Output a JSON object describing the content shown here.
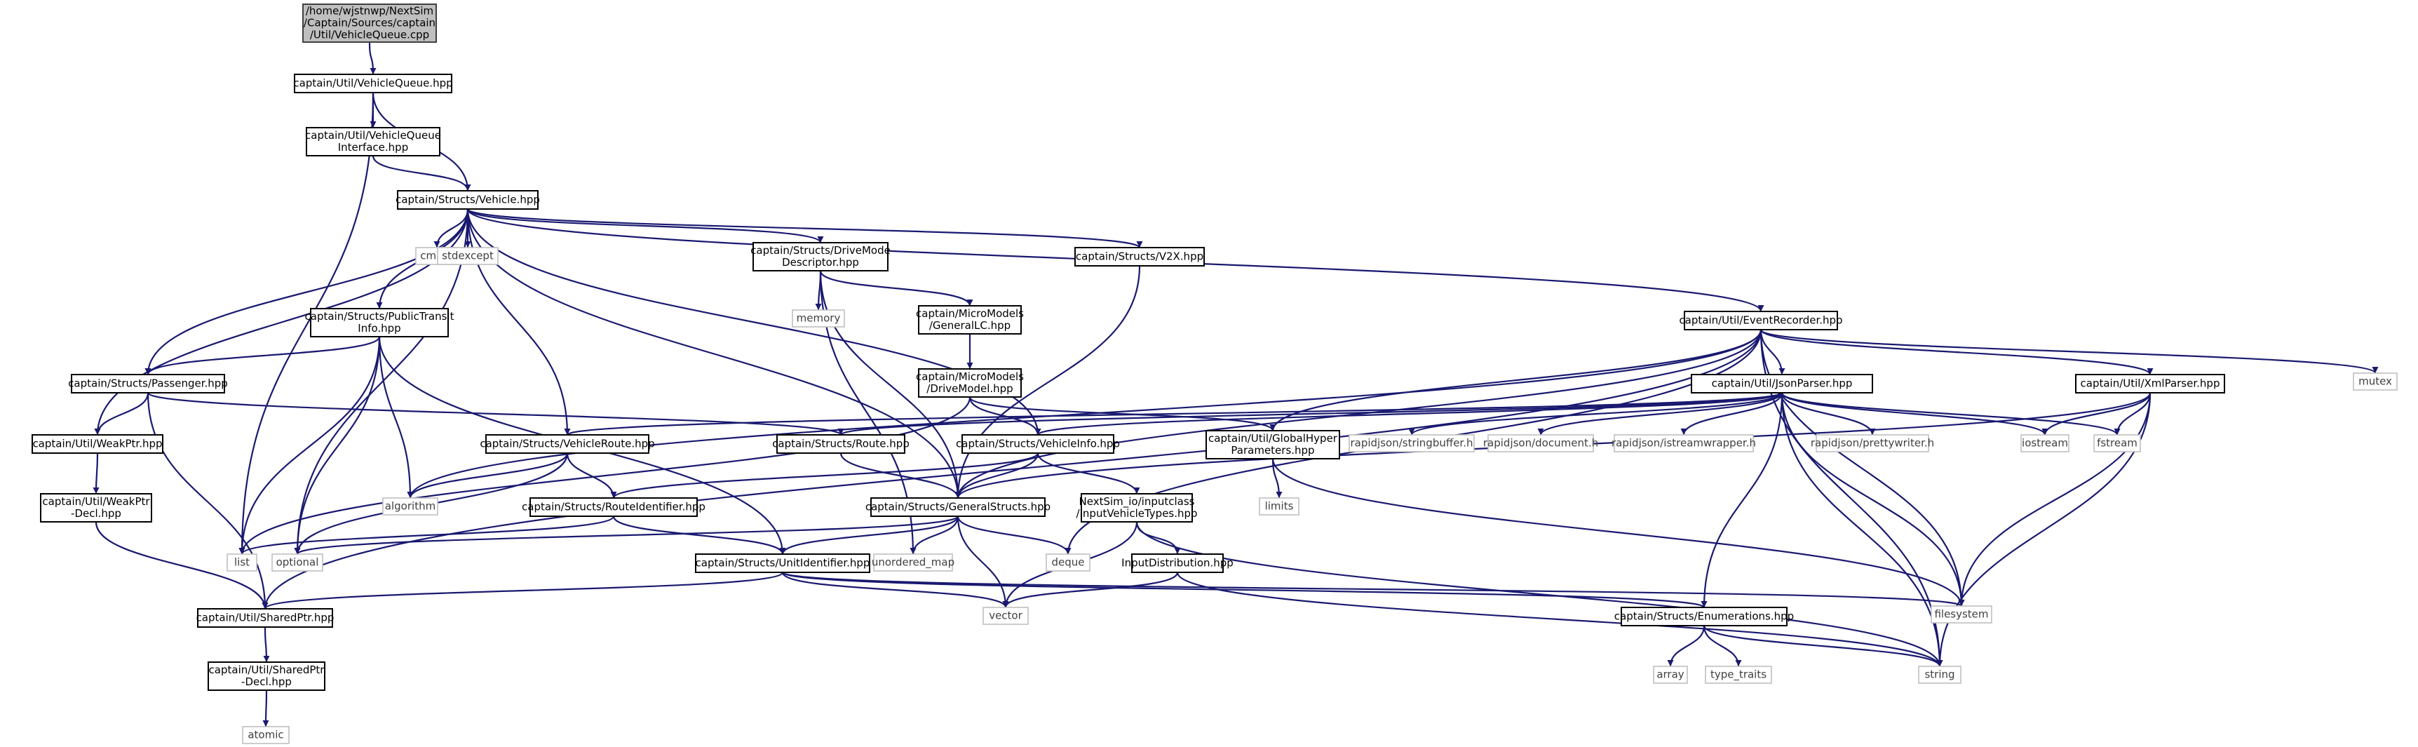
{
  "diagram": {
    "nodes": [
      {
        "id": "root",
        "lines": [
          "/home/wjstnwp/NextSim",
          "/Captain/Sources/captain",
          "/Util/VehicleQueue.cpp"
        ],
        "style": "root"
      },
      {
        "id": "vq",
        "lines": [
          "captain/Util/VehicleQueue.hpp"
        ]
      },
      {
        "id": "vqi",
        "lines": [
          "captain/Util/VehicleQueue",
          "Interface.hpp"
        ]
      },
      {
        "id": "veh",
        "lines": [
          "captain/Structs/Vehicle.hpp"
        ]
      },
      {
        "id": "cmath",
        "lines": [
          "cmath"
        ],
        "style": "sys"
      },
      {
        "id": "stdexcept",
        "lines": [
          "stdexcept"
        ],
        "style": "sys"
      },
      {
        "id": "dmd",
        "lines": [
          "captain/Structs/DriveMode",
          "Descriptor.hpp"
        ]
      },
      {
        "id": "v2x",
        "lines": [
          "captain/Structs/V2X.hpp"
        ]
      },
      {
        "id": "memory",
        "lines": [
          "memory"
        ],
        "style": "sys"
      },
      {
        "id": "glc",
        "lines": [
          "captain/MicroModels",
          "/GeneralLC.hpp"
        ]
      },
      {
        "id": "pti",
        "lines": [
          "captain/Structs/PublicTransit",
          "Info.hpp"
        ]
      },
      {
        "id": "er",
        "lines": [
          "captain/Util/EventRecorder.hpp"
        ]
      },
      {
        "id": "mutex",
        "lines": [
          "mutex"
        ],
        "style": "sys"
      },
      {
        "id": "pass",
        "lines": [
          "captain/Structs/Passenger.hpp"
        ]
      },
      {
        "id": "dm",
        "lines": [
          "captain/MicroModels",
          "/DriveModel.hpp"
        ]
      },
      {
        "id": "jp",
        "lines": [
          "captain/Util/JsonParser.hpp"
        ]
      },
      {
        "id": "xp",
        "lines": [
          "captain/Util/XmlParser.hpp"
        ]
      },
      {
        "id": "wp",
        "lines": [
          "captain/Util/WeakPtr.hpp"
        ]
      },
      {
        "id": "vr",
        "lines": [
          "captain/Structs/VehicleRoute.hpp"
        ]
      },
      {
        "id": "route",
        "lines": [
          "captain/Structs/Route.hpp"
        ]
      },
      {
        "id": "vi",
        "lines": [
          "captain/Structs/VehicleInfo.hpp"
        ]
      },
      {
        "id": "ghp",
        "lines": [
          "captain/Util/GlobalHyper",
          "Parameters.hpp"
        ]
      },
      {
        "id": "rsb",
        "lines": [
          "rapidjson/stringbuffer.h"
        ],
        "style": "sys"
      },
      {
        "id": "rdoc",
        "lines": [
          "rapidjson/document.h"
        ],
        "style": "sys"
      },
      {
        "id": "risw",
        "lines": [
          "rapidjson/istreamwrapper.h"
        ],
        "style": "sys"
      },
      {
        "id": "rpw",
        "lines": [
          "rapidjson/prettywriter.h"
        ],
        "style": "sys"
      },
      {
        "id": "iostream",
        "lines": [
          "iostream"
        ],
        "style": "sys"
      },
      {
        "id": "fstream",
        "lines": [
          "fstream"
        ],
        "style": "sys"
      },
      {
        "id": "wpd",
        "lines": [
          "captain/Util/WeakPtr",
          "-Decl.hpp"
        ]
      },
      {
        "id": "algo",
        "lines": [
          "algorithm"
        ],
        "style": "sys"
      },
      {
        "id": "ri",
        "lines": [
          "captain/Structs/RouteIdentifier.hpp"
        ]
      },
      {
        "id": "gs",
        "lines": [
          "captain/Structs/GeneralStructs.hpp"
        ]
      },
      {
        "id": "ivt",
        "lines": [
          "NextSim_io/inputclass",
          "/InputVehicleTypes.hpp"
        ]
      },
      {
        "id": "limits",
        "lines": [
          "limits"
        ],
        "style": "sys"
      },
      {
        "id": "list",
        "lines": [
          "list"
        ],
        "style": "sys"
      },
      {
        "id": "optional",
        "lines": [
          "optional"
        ],
        "style": "sys"
      },
      {
        "id": "umap",
        "lines": [
          "unordered_map"
        ],
        "style": "sys"
      },
      {
        "id": "deque",
        "lines": [
          "deque"
        ],
        "style": "sys"
      },
      {
        "id": "indist",
        "lines": [
          "InputDistribution.hpp"
        ]
      },
      {
        "id": "uid",
        "lines": [
          "captain/Structs/UnitIdentifier.hpp"
        ]
      },
      {
        "id": "fs",
        "lines": [
          "filesystem"
        ],
        "style": "sys"
      },
      {
        "id": "sp",
        "lines": [
          "captain/Util/SharedPtr.hpp"
        ]
      },
      {
        "id": "vector",
        "lines": [
          "vector"
        ],
        "style": "sys"
      },
      {
        "id": "enums",
        "lines": [
          "captain/Structs/Enumerations.hpp"
        ]
      },
      {
        "id": "spd",
        "lines": [
          "captain/Util/SharedPtr",
          "-Decl.hpp"
        ]
      },
      {
        "id": "array",
        "lines": [
          "array"
        ],
        "style": "sys"
      },
      {
        "id": "tt",
        "lines": [
          "type_traits"
        ],
        "style": "sys"
      },
      {
        "id": "string",
        "lines": [
          "string"
        ],
        "style": "sys"
      },
      {
        "id": "atomic",
        "lines": [
          "atomic"
        ],
        "style": "sys"
      }
    ],
    "edges": [
      [
        "root",
        "vq"
      ],
      [
        "vq",
        "vqi"
      ],
      [
        "vq",
        "veh"
      ],
      [
        "vq",
        "list"
      ],
      [
        "vqi",
        "veh"
      ],
      [
        "veh",
        "cmath"
      ],
      [
        "veh",
        "stdexcept"
      ],
      [
        "veh",
        "dmd"
      ],
      [
        "veh",
        "v2x"
      ],
      [
        "veh",
        "pti"
      ],
      [
        "veh",
        "er"
      ],
      [
        "veh",
        "pass"
      ],
      [
        "veh",
        "wp"
      ],
      [
        "veh",
        "vr"
      ],
      [
        "veh",
        "vi"
      ],
      [
        "veh",
        "gs"
      ],
      [
        "veh",
        "optional"
      ],
      [
        "dmd",
        "memory"
      ],
      [
        "dmd",
        "glc"
      ],
      [
        "dmd",
        "gs"
      ],
      [
        "dmd",
        "umap"
      ],
      [
        "v2x",
        "gs"
      ],
      [
        "glc",
        "dm"
      ],
      [
        "dm",
        "vi"
      ],
      [
        "dm",
        "ghp"
      ],
      [
        "dm",
        "list"
      ],
      [
        "pti",
        "pass"
      ],
      [
        "pti",
        "algo"
      ],
      [
        "pti",
        "list"
      ],
      [
        "pti",
        "optional"
      ],
      [
        "pti",
        "uid"
      ],
      [
        "er",
        "mutex"
      ],
      [
        "er",
        "jp"
      ],
      [
        "er",
        "xp"
      ],
      [
        "er",
        "ghp"
      ],
      [
        "er",
        "gs"
      ],
      [
        "er",
        "sp"
      ],
      [
        "er",
        "algo"
      ],
      [
        "er",
        "fs"
      ],
      [
        "er",
        "string"
      ],
      [
        "er",
        "deque"
      ],
      [
        "pass",
        "wp"
      ],
      [
        "pass",
        "route"
      ],
      [
        "pass",
        "sp"
      ],
      [
        "jp",
        "rsb"
      ],
      [
        "jp",
        "rdoc"
      ],
      [
        "jp",
        "risw"
      ],
      [
        "jp",
        "rpw"
      ],
      [
        "jp",
        "iostream"
      ],
      [
        "jp",
        "fstream"
      ],
      [
        "jp",
        "route"
      ],
      [
        "jp",
        "vi"
      ],
      [
        "jp",
        "vr"
      ],
      [
        "jp",
        "enums"
      ],
      [
        "jp",
        "fs"
      ],
      [
        "jp",
        "string"
      ],
      [
        "xp",
        "iostream"
      ],
      [
        "xp",
        "fstream"
      ],
      [
        "xp",
        "gs"
      ],
      [
        "xp",
        "fs"
      ],
      [
        "xp",
        "string"
      ],
      [
        "wp",
        "wpd"
      ],
      [
        "wpd",
        "sp"
      ],
      [
        "vr",
        "algo"
      ],
      [
        "vr",
        "ri"
      ],
      [
        "vr",
        "optional"
      ],
      [
        "route",
        "gs"
      ],
      [
        "vi",
        "gs"
      ],
      [
        "vi",
        "ri"
      ],
      [
        "vi",
        "ivt"
      ],
      [
        "ghp",
        "limits"
      ],
      [
        "ghp",
        "fs"
      ],
      [
        "ri",
        "uid"
      ],
      [
        "ri",
        "list"
      ],
      [
        "gs",
        "uid"
      ],
      [
        "gs",
        "umap"
      ],
      [
        "gs",
        "deque"
      ],
      [
        "gs",
        "vector"
      ],
      [
        "gs",
        "optional"
      ],
      [
        "ivt",
        "indist"
      ],
      [
        "ivt",
        "vector"
      ],
      [
        "ivt",
        "string"
      ],
      [
        "indist",
        "vector"
      ],
      [
        "indist",
        "string"
      ],
      [
        "uid",
        "sp"
      ],
      [
        "uid",
        "enums"
      ],
      [
        "uid",
        "vector"
      ],
      [
        "uid",
        "fs"
      ],
      [
        "sp",
        "spd"
      ],
      [
        "spd",
        "atomic"
      ],
      [
        "enums",
        "array"
      ],
      [
        "enums",
        "tt"
      ],
      [
        "enums",
        "string"
      ]
    ]
  }
}
